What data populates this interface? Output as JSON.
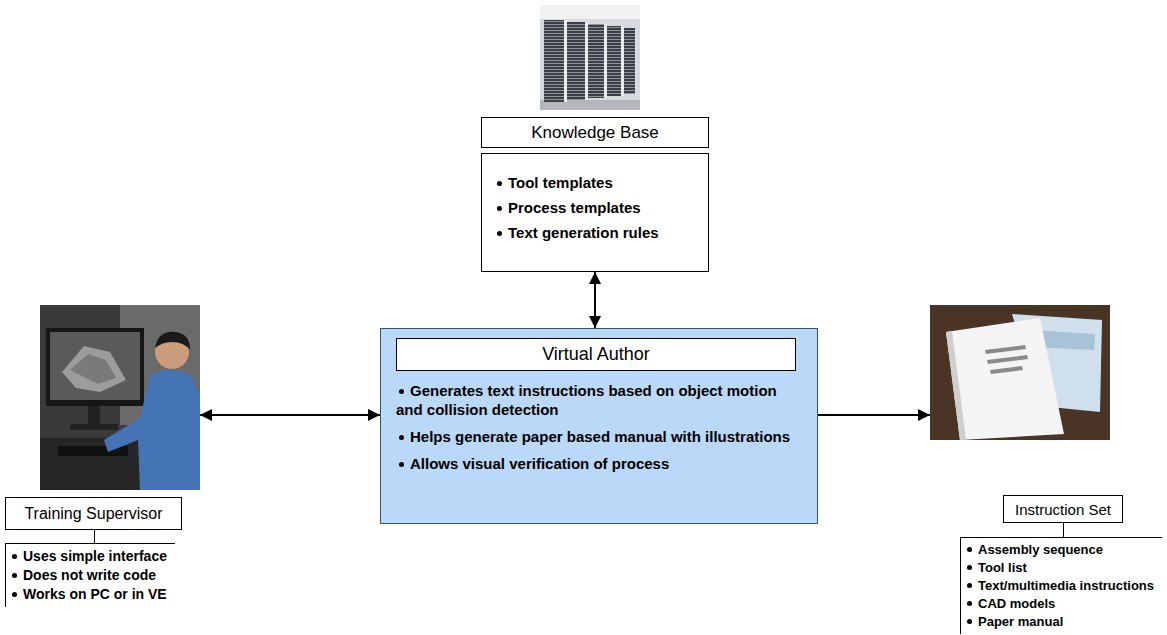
{
  "diagram": {
    "nodes": [
      {
        "text": [
          "Knowledge Base",
          "Tool templates",
          "Process templates",
          "Text generation rules"
        ]
      },
      {
        "text": [
          "Training Supervisor",
          "Uses simple interface",
          "Does not write code",
          "Works on PC or in VE"
        ]
      },
      {
        "text": [
          "Virtual Author",
          "Generates text instructions based on object motion and collision detection",
          "Helps generate paper based manual with illustrations",
          "Allows visual verification of process"
        ]
      },
      {
        "text": [
          "Instruction Set",
          "Assembly sequence",
          "Tool list",
          "Text/multimedia instructions",
          "CAD models",
          "Paper manual"
        ]
      }
    ],
    "edges": [
      {
        "from": 1,
        "to": 2,
        "arrow": "both"
      },
      {
        "from": 0,
        "to": 2,
        "arrow": "both"
      },
      {
        "from": 2,
        "to": 3,
        "arrow": "to"
      }
    ]
  }
}
